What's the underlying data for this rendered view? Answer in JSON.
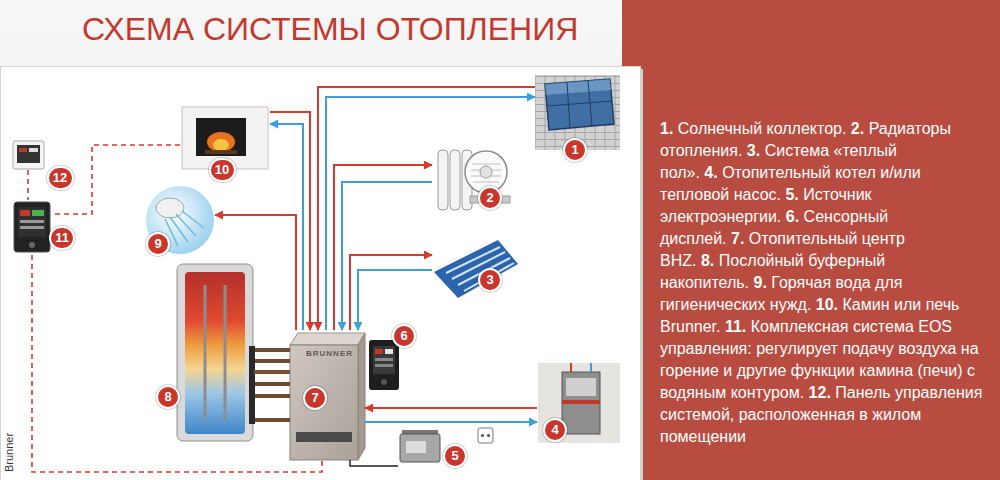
{
  "diagram": {
    "title": "СХЕМА СИСТЕМЫ ОТОПЛЕНИЯ",
    "nodes": [
      {
        "text": [
          "1"
        ]
      },
      {
        "text": [
          "2"
        ]
      },
      {
        "text": [
          "3"
        ]
      },
      {
        "text": [
          "4"
        ]
      },
      {
        "text": [
          "5"
        ]
      },
      {
        "text": [
          "6"
        ]
      },
      {
        "text": [
          "7"
        ]
      },
      {
        "text": [
          "8"
        ]
      },
      {
        "text": [
          "9"
        ]
      },
      {
        "text": [
          "10"
        ]
      },
      {
        "text": [
          "11"
        ]
      },
      {
        "text": [
          "12"
        ]
      }
    ],
    "edges": [
      {
        "from": 0,
        "to": 6,
        "arrow": "to"
      },
      {
        "from": 6,
        "to": 0,
        "arrow": "to"
      },
      {
        "from": 9,
        "to": 6,
        "arrow": "to"
      },
      {
        "from": 6,
        "to": 9,
        "arrow": "to"
      },
      {
        "from": 6,
        "to": 1,
        "arrow": "to"
      },
      {
        "from": 1,
        "to": 6,
        "arrow": "to"
      },
      {
        "from": 6,
        "to": 2,
        "arrow": "to"
      },
      {
        "from": 2,
        "to": 6,
        "arrow": "to"
      },
      {
        "from": 3,
        "to": 6,
        "arrow": "to"
      },
      {
        "from": 6,
        "to": 3,
        "arrow": "to"
      },
      {
        "from": 6,
        "to": 8,
        "arrow": "to"
      },
      {
        "from": 7,
        "to": 6,
        "arrow": "none"
      },
      {
        "from": 4,
        "to": 6,
        "arrow": "none"
      },
      {
        "from": 9,
        "to": 10,
        "arrow": "none"
      },
      {
        "from": 11,
        "to": 10,
        "arrow": "none"
      },
      {
        "from": 10,
        "to": 6,
        "arrow": "none"
      }
    ],
    "labels": [
      "1.",
      "Солнечный коллектор.",
      "2.",
      "Радиаторы отопления.",
      "3.",
      "Система «теплый пол».",
      "4.",
      "Отопительный котел и/или тепловой насос.",
      "5.",
      "Источник электроэнергии.",
      "6.",
      "Сенсорный дисплей.",
      "7.",
      "Отопительный центр BHZ.",
      "8.",
      "Послойный буферный накопитель.",
      "9.",
      "Горячая вода для гигиенических нужд.",
      "10.",
      "Камин или печь Brunner.",
      "11.",
      "Комплексная система EOS управления: регулирует подачу воздуха на горение и другие функции камина (печи) с водяным контуром.",
      "12.",
      "Панель управления системой, расположенная в жилом помещении",
      "Brunner",
      "BRUNNER"
    ]
  }
}
